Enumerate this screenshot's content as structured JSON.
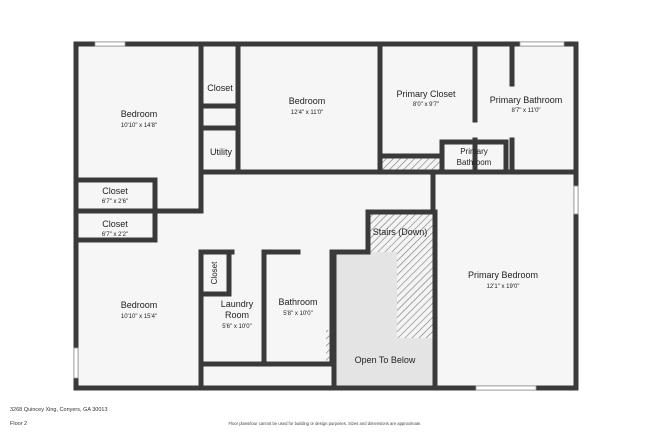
{
  "plan": {
    "rooms": [
      {
        "id": "bedroom-nw",
        "name": "Bedroom",
        "dims": "10'10\" x 14'8\""
      },
      {
        "id": "closet-top",
        "name": "Closet",
        "dims": ""
      },
      {
        "id": "utility",
        "name": "Utility",
        "dims": ""
      },
      {
        "id": "bedroom-center",
        "name": "Bedroom",
        "dims": "12'4\" x 11'0\""
      },
      {
        "id": "primary-closet",
        "name": "Primary Closet",
        "dims": "8'0\" x 9'7\""
      },
      {
        "id": "primary-bathroom",
        "name": "Primary Bathroom",
        "dims": "8'7\" x 11'0\""
      },
      {
        "id": "primary-bathroom-2",
        "name": "Primary Bathroom",
        "dims": ""
      },
      {
        "id": "closet-1",
        "name": "Closet",
        "dims": "6'7\" x 2'6\""
      },
      {
        "id": "closet-2",
        "name": "Closet",
        "dims": "6'7\" x 2'2\""
      },
      {
        "id": "stairs",
        "name": "Stairs (Down)",
        "dims": ""
      },
      {
        "id": "primary-bedroom",
        "name": "Primary Bedroom",
        "dims": "12'1\" x 19'0\""
      },
      {
        "id": "bedroom-sw",
        "name": "Bedroom",
        "dims": "10'10\" x 15'4\""
      },
      {
        "id": "closet-laundry",
        "name": "Closet",
        "dims": ""
      },
      {
        "id": "laundry",
        "name": "Laundry Room",
        "dims": "5'6\" x 10'0\""
      },
      {
        "id": "bathroom",
        "name": "Bathroom",
        "dims": "5'8\" x 10'0\""
      },
      {
        "id": "open-below",
        "name": "Open To Below",
        "dims": ""
      }
    ]
  },
  "footer": {
    "address": "3268 Quincey Xing, Conyers, GA 30013",
    "floor": "Floor 2",
    "disclaimer": "Floor plans/tour cannot be used for building or design purposes. Sizes and dimensions are approximate."
  },
  "colors": {
    "wall": "#3a3a3a",
    "floor": "#f6f6f6",
    "open_below": "#e4e4e4",
    "window": "#ffffff"
  }
}
